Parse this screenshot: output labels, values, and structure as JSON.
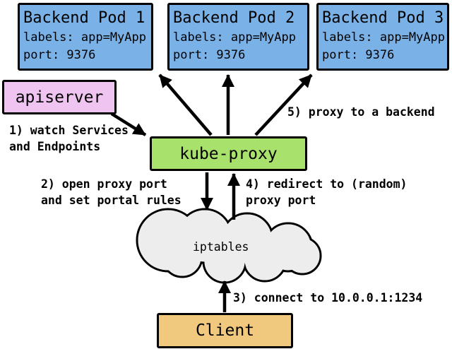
{
  "nodes": {
    "pods": [
      {
        "title": "Backend Pod 1",
        "labels_line": "labels: app=MyApp",
        "port_line": "port: 9376"
      },
      {
        "title": "Backend Pod 2",
        "labels_line": "labels: app=MyApp",
        "port_line": "port: 9376"
      },
      {
        "title": "Backend Pod 3",
        "labels_line": "labels: app=MyApp",
        "port_line": "port: 9376"
      }
    ],
    "apiserver": {
      "label": "apiserver"
    },
    "kube_proxy": {
      "label": "kube-proxy"
    },
    "iptables": {
      "label": "iptables"
    },
    "client": {
      "label": "Client"
    }
  },
  "annotations": {
    "step1": "1) watch Services\nand Endpoints",
    "step2": "2) open proxy port\nand set portal rules",
    "step3": "3) connect to 10.0.0.1:1234",
    "step4": "4) redirect to (random)\nproxy port",
    "step5": "5) proxy to a backend"
  },
  "colors": {
    "pod_fill": "#7ab2e8",
    "apiserver_fill": "#f0c4f0",
    "kube_proxy_fill": "#a9e16d",
    "client_fill": "#f0c87e",
    "cloud_fill": "#ededed",
    "line": "#000000"
  }
}
